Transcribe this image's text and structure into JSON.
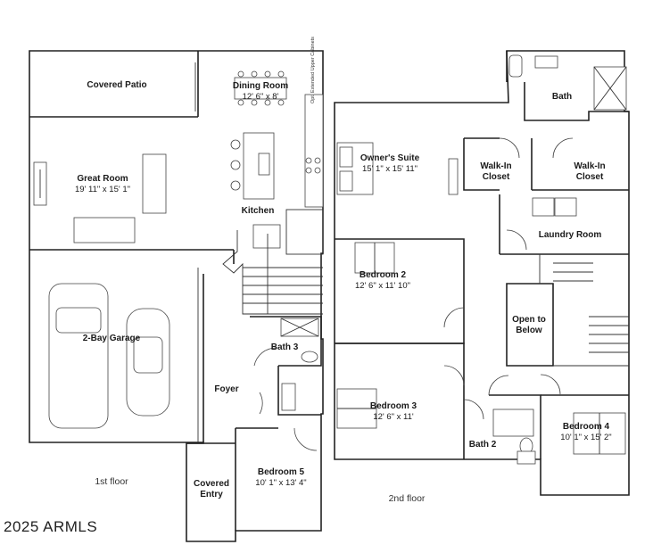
{
  "floors": {
    "first": {
      "label": "1st floor",
      "rooms": [
        {
          "name": "Covered Patio",
          "dims": ""
        },
        {
          "name": "Dining Room",
          "dims": "12' 6\" x 8'"
        },
        {
          "name": "Great Room",
          "dims": "19' 11\" x 15' 1\""
        },
        {
          "name": "Kitchen",
          "dims": ""
        },
        {
          "name": "2-Bay Garage",
          "dims": ""
        },
        {
          "name": "Bath 3",
          "dims": ""
        },
        {
          "name": "Foyer",
          "dims": ""
        },
        {
          "name": "Covered Entry",
          "dims": ""
        },
        {
          "name": "Bedroom 5",
          "dims": "10' 1\" x 13' 4\""
        }
      ],
      "note": "Opt. Extended Upper Cabinets"
    },
    "second": {
      "label": "2nd floor",
      "rooms": [
        {
          "name": "Bath",
          "dims": ""
        },
        {
          "name": "Owner's Suite",
          "dims": "15' 1\" x 15' 11\""
        },
        {
          "name": "Walk-In Closet",
          "dims": ""
        },
        {
          "name": "Walk-In Closet",
          "dims": ""
        },
        {
          "name": "Laundry Room",
          "dims": ""
        },
        {
          "name": "Bedroom 2",
          "dims": "12' 6\" x 11' 10\""
        },
        {
          "name": "Open to Below",
          "dims": ""
        },
        {
          "name": "Bedroom 3",
          "dims": "12' 6\" x 11'"
        },
        {
          "name": "Bath 2",
          "dims": ""
        },
        {
          "name": "Bedroom 4",
          "dims": "10' 1\" x 15' 2\""
        }
      ]
    }
  },
  "watermark": "2025 ARMLS",
  "colors": {
    "wall": "#222222",
    "background": "#ffffff"
  }
}
